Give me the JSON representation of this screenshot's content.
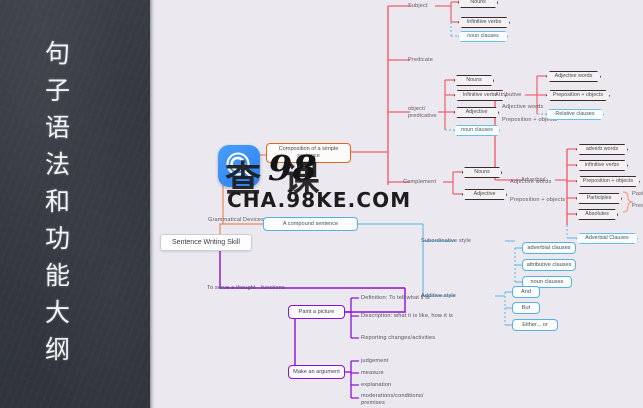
{
  "chalkboard": {
    "title": "句\n子\n语\n法\n和\n功\n能\n大\n纲"
  },
  "watermark": {
    "brand_cn": "查  课",
    "brand_num": "98",
    "url": "CHA.98KE.COM",
    "logo_name": "cha98ke-logo-icon"
  },
  "mindmap": {
    "root": "Sentence Writing Skill",
    "branches": {
      "grammatical_devices": "Grammatical Devices",
      "functions": "To serve a thought - functions"
    },
    "simple_sentence": {
      "title": "Composition of a simple\nsentence",
      "subject": {
        "label": "Subject",
        "items": [
          "Nouns",
          "Infinitive verbs",
          "noun clauses"
        ]
      },
      "predicate": {
        "label": "Predicate"
      },
      "object_predicative": {
        "label": "object/\npredicative",
        "items": [
          "Nouns",
          "Infinitive verbs",
          "Adjective",
          "noun clauses"
        ],
        "adjective_notes": [
          "Adjective words",
          "Preposition + objects"
        ]
      },
      "complement": {
        "label": "Complement",
        "items": [
          "Nouns",
          "Adjective"
        ],
        "adjective_notes": [
          "Adjective words",
          "Preposition + objects"
        ]
      },
      "attributive": {
        "label": "Attributive",
        "items": [
          "Adjective words",
          "Preposition + objects",
          "Relative clauses"
        ]
      },
      "adverbial": {
        "label": "Adverbial",
        "items": [
          "adverb words",
          "infinitive verbs",
          "Preposition + objects",
          "Participles",
          "Absolutes",
          "Adverbial Clauses"
        ],
        "participle_notes": [
          "Past",
          "Pres"
        ]
      }
    },
    "compound_sentence": {
      "title": "A compound sentence",
      "subordinative": {
        "label": "Subordinative style",
        "items": [
          "adverbial clauses",
          "attributive clauses",
          "noun clauses"
        ]
      },
      "additive": {
        "label": "Additive style",
        "items": [
          "And",
          "But",
          "Either... or"
        ]
      }
    },
    "paint_a_picture": {
      "title": "Paint a picture",
      "items": [
        "Definition: To tell what it is",
        "Description: what it is like, how it is",
        "Reporting changes/activities"
      ]
    },
    "make_an_argument": {
      "title": "Make an argument",
      "items": [
        "judgement",
        "measure",
        "explanation",
        "moderations/conditions/\npremises"
      ]
    }
  },
  "colors": {
    "background": "#ece8f0",
    "chalkboard": "#333840",
    "orange": "#e8641d",
    "cyan": "#56b3e0",
    "purple": "#8a11d6",
    "red_branch": "#f0606c",
    "blue_branch": "#6fc0e8"
  }
}
